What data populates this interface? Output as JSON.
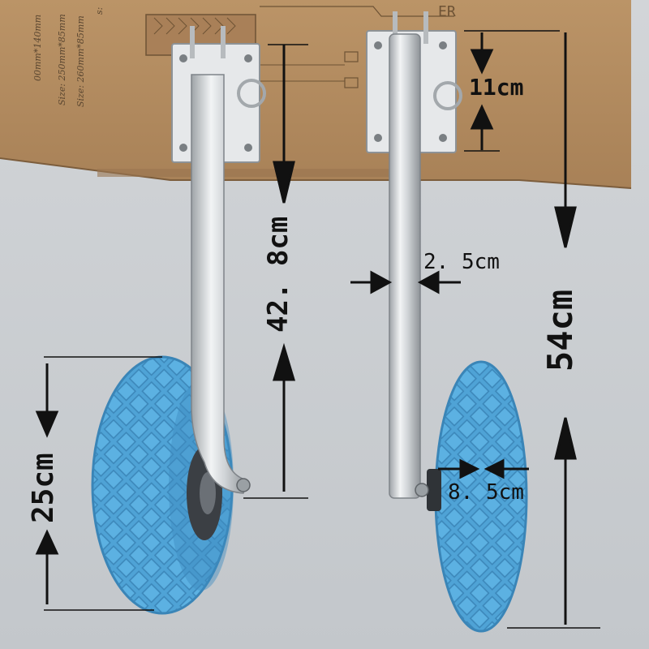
{
  "image": {
    "subject": "boat launching wheels",
    "colors": {
      "background": "#c9cdd1",
      "box": "#b48a5e",
      "tire": "#4fa3d6",
      "steel": "#d9dde0",
      "annotation": "#111111"
    }
  },
  "box_print": {
    "line1": "s:",
    "line2": "Size: 260mm*85mm",
    "line3": "Size: 250mm*85mm",
    "line4": "00mm*140mm",
    "logo_fragment": "ER"
  },
  "measurements": {
    "bracket_height": "11cm",
    "arm_length": "42. 8cm",
    "arm_width": "2. 5cm",
    "total_height": "54cm",
    "wheel_diameter": "25cm",
    "wheel_width": "8. 5cm"
  }
}
